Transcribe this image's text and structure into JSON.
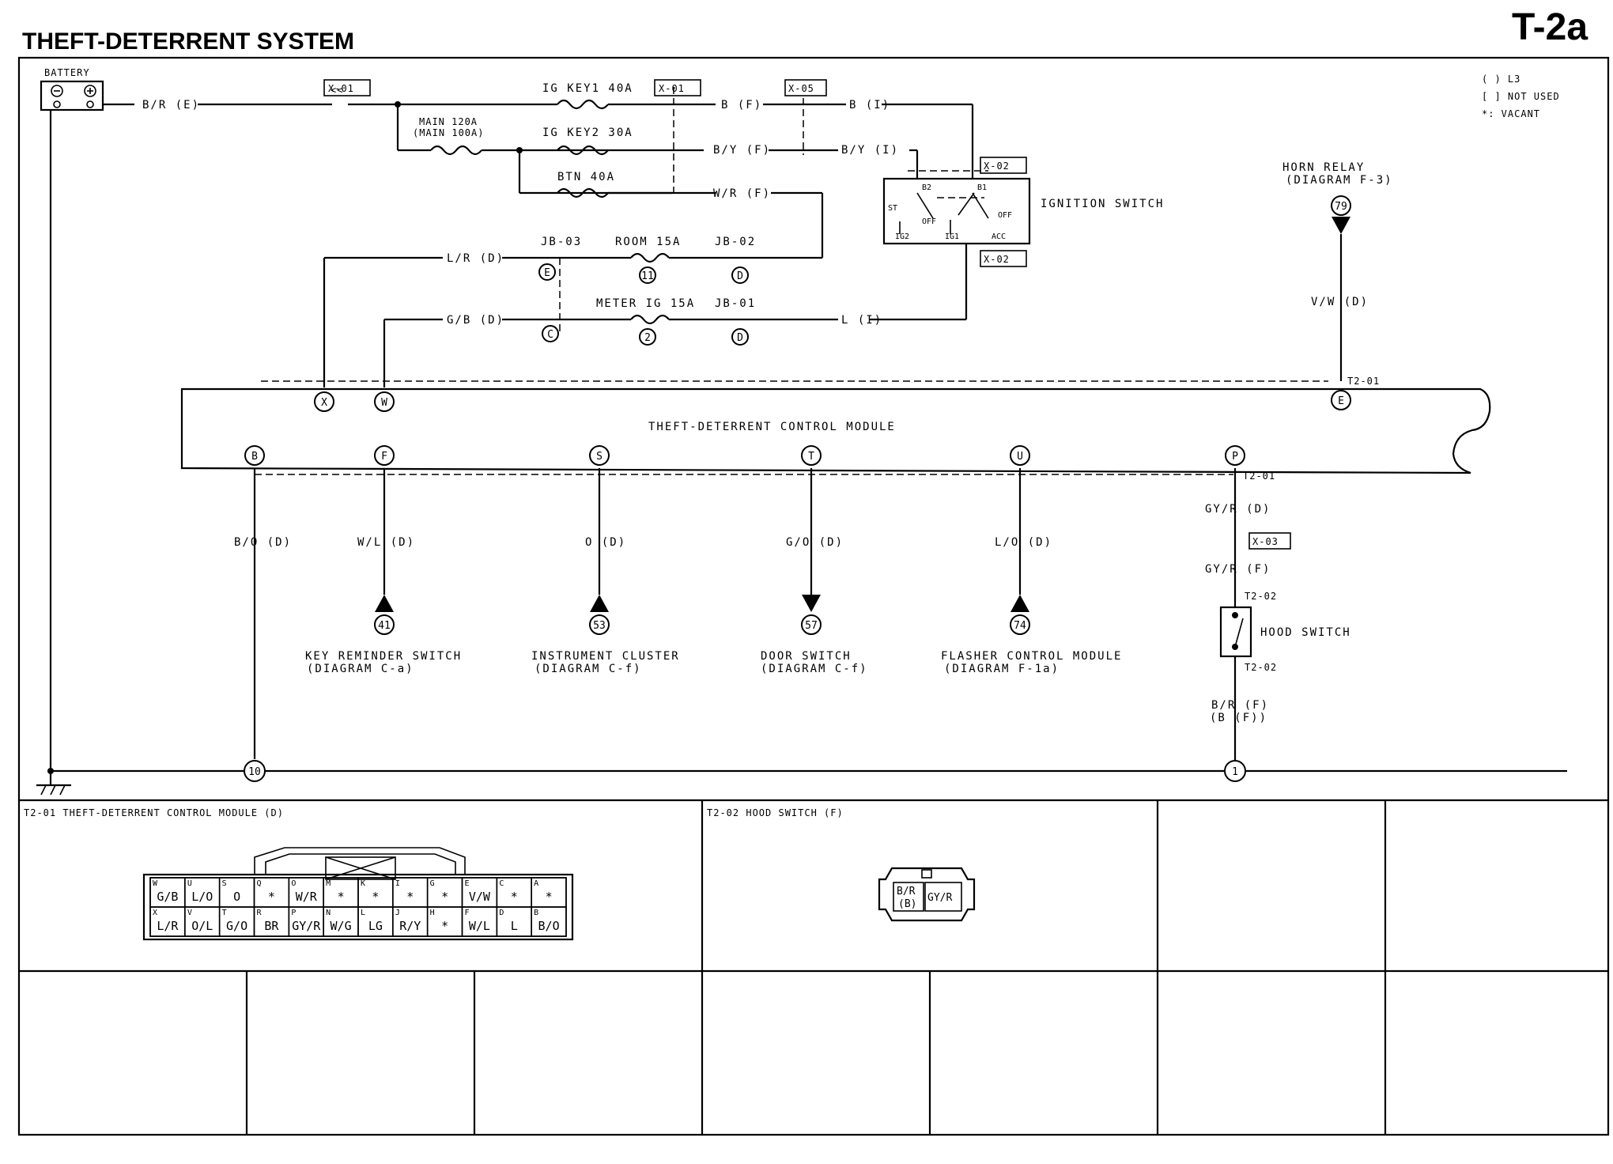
{
  "page": {
    "title": "THEFT-DETERRENT SYSTEM",
    "page_code": "T-2a"
  },
  "legend": {
    "items": [
      "( ) L3",
      "[ ] NOT USED",
      "*: VACANT"
    ]
  },
  "battery": {
    "label": "BATTERY",
    "wire": "B/R (E)"
  },
  "fuses": {
    "main": "MAIN 120A",
    "main_alt": "(MAIN 100A)",
    "ig_key1": "IG KEY1 40A",
    "ig_key2": "IG KEY2 30A",
    "btn": "BTN 40A",
    "room": "ROOM 15A",
    "room_no": "11",
    "meter": "METER IG 15A",
    "meter_no": "2"
  },
  "connectors": {
    "x01a": "X-01",
    "x01b": "X-01",
    "x05": "X-05",
    "x02a": "X-02",
    "x02b": "X-02",
    "x03": "X-03",
    "jb03": "JB-03",
    "jb02": "JB-02",
    "jb01": "JB-01",
    "t201": "T2-01",
    "t202": "T2-02"
  },
  "wires": {
    "bf": "B (F)",
    "bi": "B (I)",
    "byf": "B/Y (F)",
    "byi": "B/Y (I)",
    "wrf": "W/R (F)",
    "lrd": "L/R (D)",
    "gbd": "G/B (D)",
    "li": "L (I)",
    "vwd": "V/W (D)",
    "bod": "B/O (D)",
    "wld": "W/L (D)",
    "od": "O (D)",
    "god": "G/O (D)",
    "lod": "L/O (D)",
    "gyrd": "GY/R (D)",
    "gyrf": "GY/R (F)",
    "brf": "B/R (F)",
    "brf2": "(B (F))"
  },
  "ignition": {
    "label": "IGNITION SWITCH",
    "b2": "B2",
    "b1": "B1",
    "st": "ST",
    "off1": "OFF",
    "off2": "OFF",
    "ig2": "IG2",
    "ig1": "IG1",
    "acc": "ACC"
  },
  "horn": {
    "label": "HORN RELAY",
    "diagram": "(DIAGRAM F-3)",
    "num": "79"
  },
  "module": {
    "label": "THEFT-DETERRENT CONTROL MODULE"
  },
  "pins": {
    "E1": "E",
    "E2": "E",
    "C": "C",
    "D1": "D",
    "D2": "D",
    "X": "X",
    "W": "W",
    "E3": "E",
    "B": "B",
    "F": "F",
    "S": "S",
    "T": "T",
    "U": "U",
    "P": "P",
    "g10": "10",
    "g1": "1"
  },
  "destinations": [
    {
      "num": "41",
      "label": "KEY REMINDER SWITCH",
      "diagram": "(DIAGRAM C-a)"
    },
    {
      "num": "53",
      "label": "INSTRUMENT CLUSTER",
      "diagram": "(DIAGRAM C-f)"
    },
    {
      "num": "57",
      "label": "DOOR SWITCH",
      "diagram": "(DIAGRAM C-f)"
    },
    {
      "num": "74",
      "label": "FLASHER CONTROL MODULE",
      "diagram": "(DIAGRAM F-1a)"
    }
  ],
  "hood": {
    "label": "HOOD SWITCH"
  },
  "panels": {
    "t201_title": "T2-01 THEFT-DETERRENT CONTROL MODULE (D)",
    "t202_title": "T2-02 HOOD SWITCH (F)",
    "t201_top": [
      {
        "pin": "W",
        "wire": "G/B"
      },
      {
        "pin": "U",
        "wire": "L/O"
      },
      {
        "pin": "S",
        "wire": "O"
      },
      {
        "pin": "Q",
        "wire": "*"
      },
      {
        "pin": "O",
        "wire": "W/R"
      },
      {
        "pin": "M",
        "wire": "*"
      },
      {
        "pin": "K",
        "wire": "*"
      },
      {
        "pin": "I",
        "wire": "*"
      },
      {
        "pin": "G",
        "wire": "*"
      },
      {
        "pin": "E",
        "wire": "V/W"
      },
      {
        "pin": "C",
        "wire": "*"
      },
      {
        "pin": "A",
        "wire": "*"
      }
    ],
    "t201_bottom": [
      {
        "pin": "X",
        "wire": "L/R"
      },
      {
        "pin": "V",
        "wire": "O/L"
      },
      {
        "pin": "T",
        "wire": "G/O"
      },
      {
        "pin": "R",
        "wire": "BR"
      },
      {
        "pin": "P",
        "wire": "GY/R"
      },
      {
        "pin": "N",
        "wire": "W/G"
      },
      {
        "pin": "L",
        "wire": "LG"
      },
      {
        "pin": "J",
        "wire": "R/Y"
      },
      {
        "pin": "H",
        "wire": "*"
      },
      {
        "pin": "F",
        "wire": "W/L"
      },
      {
        "pin": "D",
        "wire": "L"
      },
      {
        "pin": "B",
        "wire": "B/O"
      }
    ],
    "t202_cells": [
      "B/R",
      "(B)",
      "GY/R"
    ]
  }
}
